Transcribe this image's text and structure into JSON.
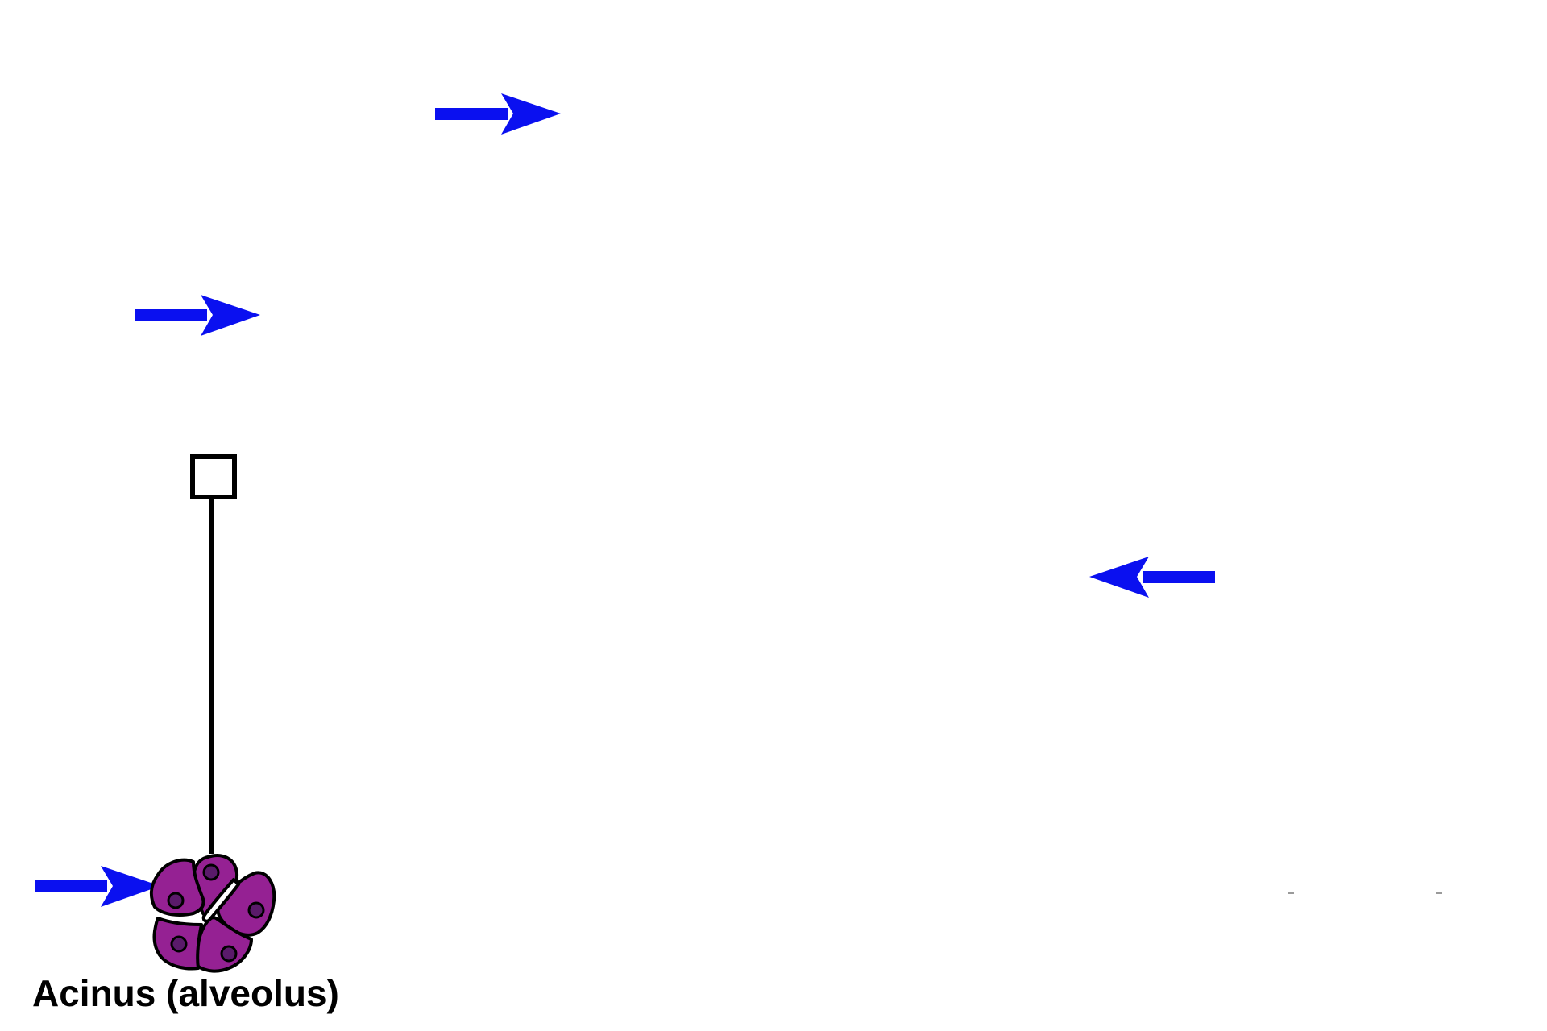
{
  "labels": {
    "acinus": "Acinus (alveolus)"
  },
  "colors": {
    "arrow": "#0a10f0",
    "acinus_cell": "#952193",
    "acinus_nucleus": "#5a1a6a",
    "outline": "#000000",
    "background": "#ffffff"
  },
  "arrows": [
    {
      "name": "arrow-1",
      "direction": "right"
    },
    {
      "name": "arrow-2",
      "direction": "right"
    },
    {
      "name": "arrow-3",
      "direction": "left"
    },
    {
      "name": "arrow-4",
      "direction": "right"
    }
  ]
}
